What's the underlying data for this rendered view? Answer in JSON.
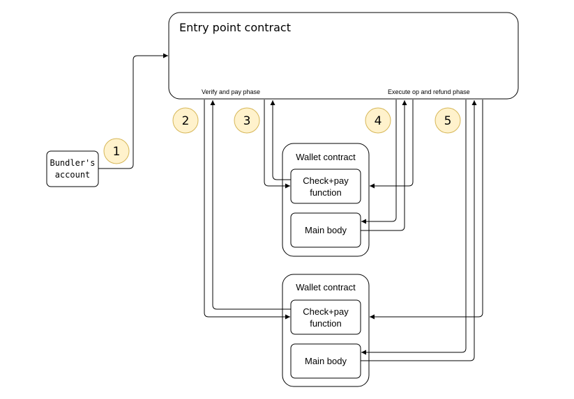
{
  "entry_point": {
    "title": "Entry point contract",
    "verify_phase_label": "Verify and pay phase",
    "execute_phase_label": "Execute op and refund phase"
  },
  "bundler": {
    "line1": "Bundler's",
    "line2": "account"
  },
  "wallets": [
    {
      "title": "Wallet contract",
      "check_line1": "Check+pay",
      "check_line2": "function",
      "main_label": "Main body"
    },
    {
      "title": "Wallet contract",
      "check_line1": "Check+pay",
      "check_line2": "function",
      "main_label": "Main body"
    }
  ],
  "steps": [
    "1",
    "2",
    "3",
    "4",
    "5"
  ],
  "colors": {
    "badge_fill": "#fff2cc",
    "badge_stroke": "#d6b656",
    "line": "#000000"
  }
}
